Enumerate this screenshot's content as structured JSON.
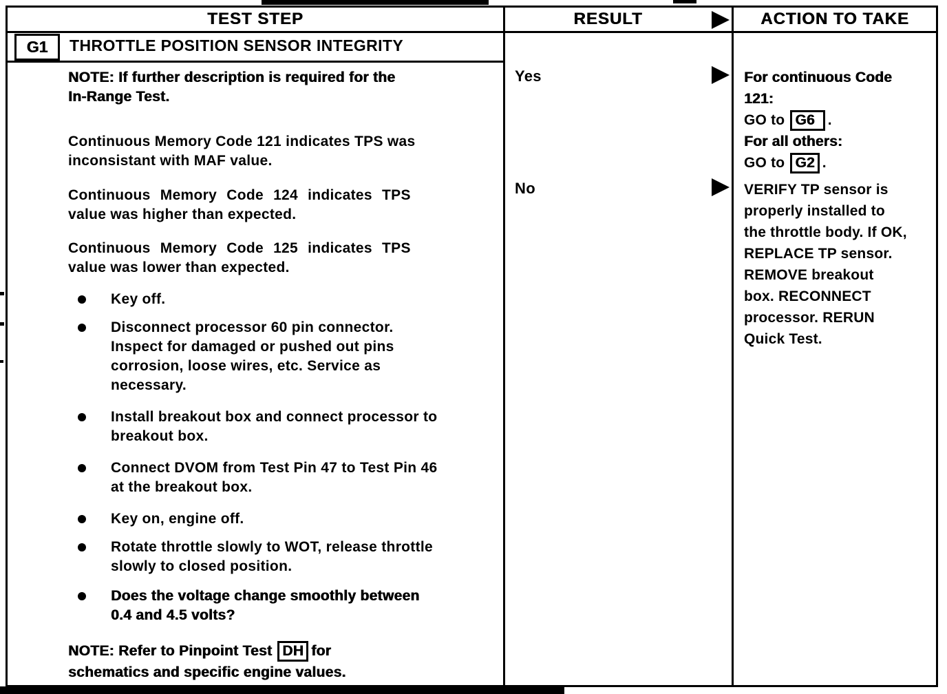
{
  "colors": {
    "ink": "#000000",
    "paper": "#ffffff"
  },
  "header": {
    "test_step_label": "TEST STEP",
    "result_label": "RESULT",
    "action_label": "ACTION TO TAKE"
  },
  "step": {
    "code": "G1",
    "title": "THROTTLE POSITION SENSOR INTEGRITY"
  },
  "test_step": {
    "note_top": {
      "lines": [
        "NOTE: If further description is required for the",
        "In-Range Test."
      ]
    },
    "code121": {
      "lines": [
        "Continuous Memory Code 121 indicates TPS was",
        "inconsistant with MAF value."
      ]
    },
    "code124": {
      "line1": "Continuous Memory Code 124 indicates TPS",
      "line2": "value was higher than expected."
    },
    "code125": {
      "line1": "Continuous Memory Code 125 indicates TPS",
      "line2": "value was lower than expected."
    },
    "bullets": [
      {
        "lines": [
          "Key off."
        ]
      },
      {
        "lines": [
          "Disconnect processor 60 pin connector.",
          "Inspect for damaged or pushed out pins",
          "corrosion, loose wires, etc. Service as",
          "necessary."
        ]
      },
      {
        "lines": [
          "Install breakout box and connect processor to",
          "breakout box."
        ]
      },
      {
        "lines": [
          "Connect DVOM from Test Pin 47 to Test Pin 46",
          "at the breakout box."
        ]
      },
      {
        "lines": [
          "Key on, engine off."
        ]
      },
      {
        "lines": [
          "Rotate throttle slowly to WOT, release throttle",
          "slowly to closed position."
        ]
      },
      {
        "lines": [
          "Does the voltage change smoothly between",
          "0.4 and 4.5 volts?"
        ]
      }
    ],
    "note_bottom": {
      "prefix": "NOTE: Refer to Pinpoint Test",
      "box": "DH",
      "suffix": "for",
      "line2": "schematics and specific engine values."
    }
  },
  "results": {
    "yes": "Yes",
    "no": "No"
  },
  "actions": {
    "yes": {
      "heading1": "For continuous Code",
      "heading1b": "121:",
      "go1": {
        "prefix": "GO to",
        "code": "G6",
        "suffix": "."
      },
      "heading2": "For all others:",
      "go2": {
        "prefix": "GO to",
        "code": "G2",
        "suffix": "."
      }
    },
    "no": {
      "lines": [
        "VERIFY TP sensor is",
        "properly installed to",
        "the throttle body. If OK,",
        "REPLACE TP sensor.",
        "REMOVE breakout",
        "box. RECONNECT",
        "processor. RERUN",
        "Quick Test."
      ]
    }
  }
}
